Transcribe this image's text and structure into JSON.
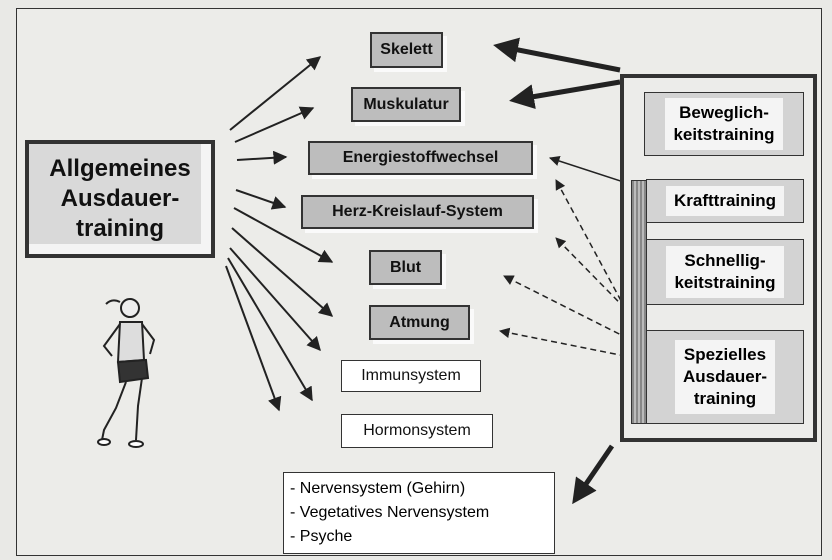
{
  "main": {
    "line1": "Allgemeines",
    "line2": "Ausdauer-",
    "line3": "training"
  },
  "targets": {
    "skelett": "Skelett",
    "muskulatur": "Muskulatur",
    "energie": "Energiestoffwechsel",
    "herz": "Herz-Kreislauf-System",
    "blut": "Blut",
    "atmung": "Atmung",
    "immun": "Immunsystem",
    "hormon": "Hormonsystem"
  },
  "nerven": {
    "item1": "- Nervensystem (Gehirn)",
    "item2": "- Vegetatives Nervensystem",
    "item3": "- Psyche"
  },
  "right": {
    "beweglich1": "Beweglich-",
    "beweglich2": "keitstraining",
    "kraft": "Krafttraining",
    "schnell1": "Schnellig-",
    "schnell2": "keitstraining",
    "spez1": "Spezielles",
    "spez2": "Ausdauer-",
    "spez3": "training"
  }
}
